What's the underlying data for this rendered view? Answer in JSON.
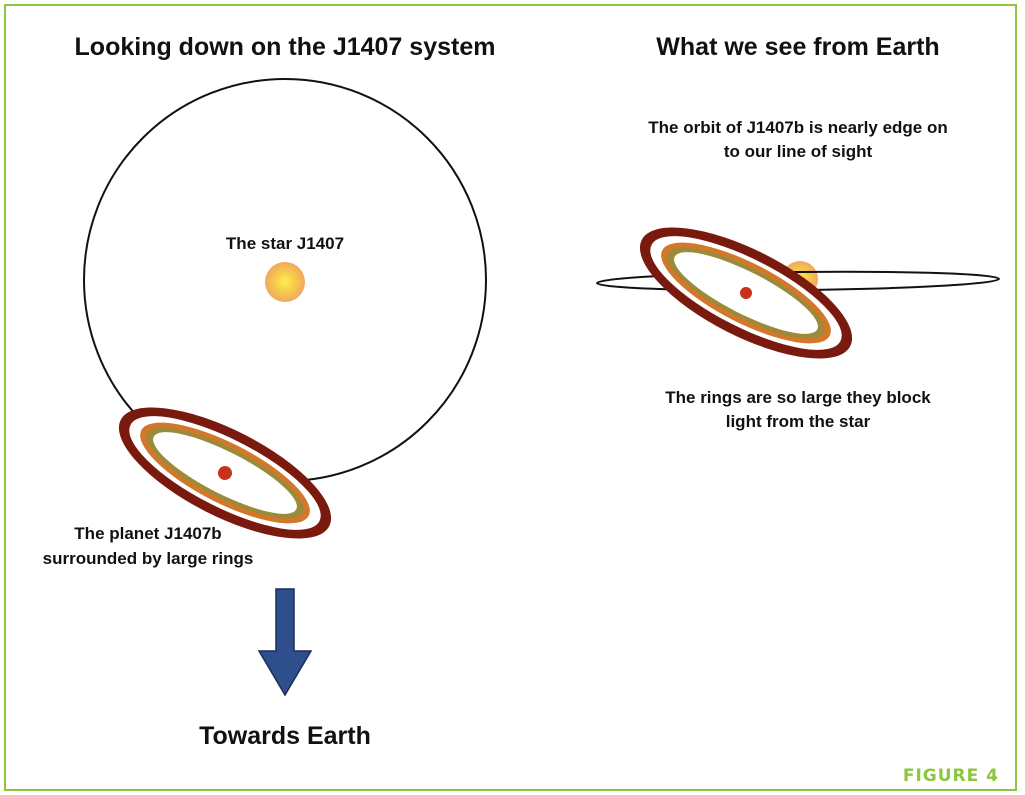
{
  "left_panel": {
    "title": "Looking down on the J1407 system",
    "star_label": "The star J1407",
    "planet_label_line1": "The planet J1407b",
    "planet_label_line2": "surrounded by large rings",
    "arrow_label": "Towards Earth"
  },
  "right_panel": {
    "title": "What we see from Earth",
    "orbit_label_line1": "The orbit of J1407b is nearly edge on",
    "orbit_label_line2": "to our line of sight",
    "rings_label_line1": "The rings are so large they block",
    "rings_label_line2": "light from the star"
  },
  "figure_label": "FIGURE 4",
  "colors": {
    "frame": "#8cc63f",
    "ring_outer": "#7a1a0e",
    "ring_orange": "#d2782a",
    "ring_olive": "#9a8a3a",
    "planet": "#c8311a",
    "star_core": "#ffe34a",
    "star_edge": "#f0a860",
    "arrow": "#2e4f8c"
  }
}
